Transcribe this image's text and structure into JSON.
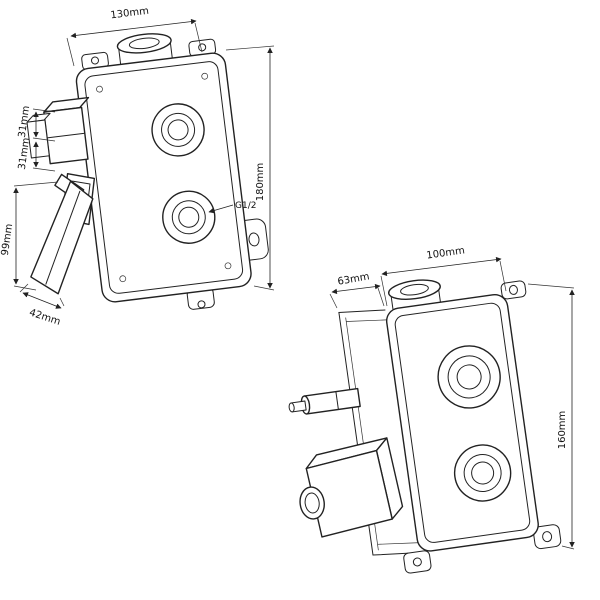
{
  "page": {
    "background": "#ffffff"
  },
  "drawing": {
    "stroke_color": "#222222",
    "views": {
      "front": {
        "label": "concealed-shower-mixer-front-view",
        "dims": {
          "top_width": "130mm",
          "cartridge_a": "31mm",
          "cartridge_b": "31mm",
          "lever_length": "99mm",
          "lever_end": "42mm",
          "body_height": "180mm",
          "thread": "G1/2"
        }
      },
      "iso": {
        "label": "valve-rough-in-body-iso-view",
        "dims": {
          "depth": "63mm",
          "width": "100mm",
          "height": "160mm"
        }
      }
    }
  }
}
